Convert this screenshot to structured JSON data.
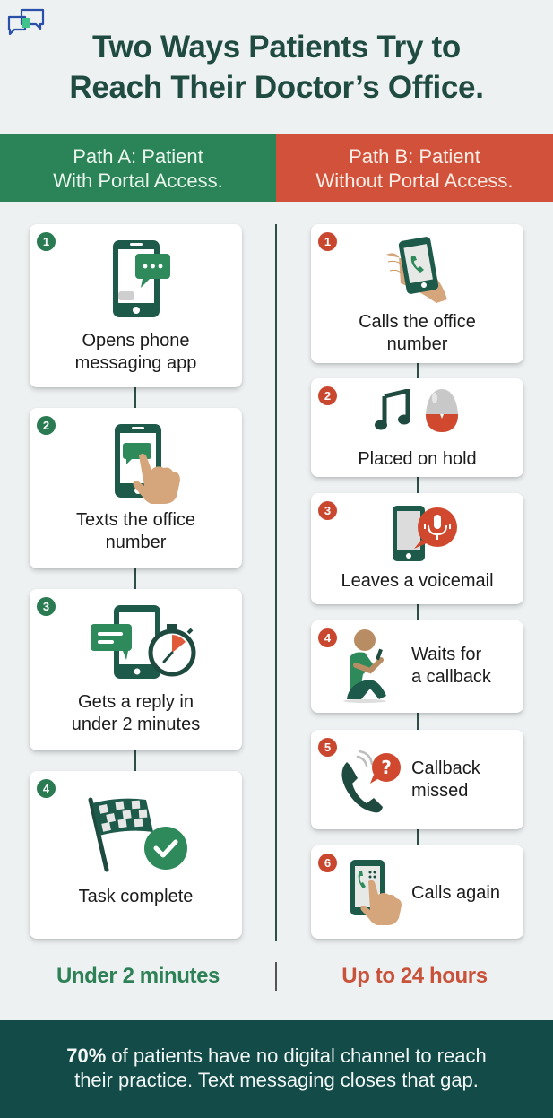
{
  "header": {
    "logo_icon": "chat-bubbles-icon",
    "title_line1": "Two Ways Patients Try to",
    "title_line2": "Reach Their Doctor’s Office."
  },
  "paths": {
    "a": {
      "title_line1": "Path A: Patient",
      "title_line2": "With Portal Access.",
      "color": "#2a8457",
      "steps": [
        {
          "number": "1",
          "icon": "phone-messaging-icon",
          "line1": "Opens phone",
          "line2": "messaging app"
        },
        {
          "number": "2",
          "icon": "phone-tap-message-icon",
          "line1": "Texts the office",
          "line2": "number"
        },
        {
          "number": "3",
          "icon": "message-stopwatch-icon",
          "line1": "Gets a reply in",
          "line2": "under 2 minutes"
        },
        {
          "number": "4",
          "icon": "checkered-flag-check-icon",
          "line1": "Task complete",
          "line2": ""
        }
      ],
      "total": "Under 2 minutes"
    },
    "b": {
      "title_line1": "Path B: Patient",
      "title_line2": "Without Portal Access.",
      "color": "#d2513a",
      "steps": [
        {
          "number": "1",
          "icon": "hand-holding-phone-call-icon",
          "line1": "Calls the office",
          "line2": "number"
        },
        {
          "number": "2",
          "icon": "music-note-egg-timer-icon",
          "line1": "Placed on hold",
          "line2": ""
        },
        {
          "number": "3",
          "icon": "phone-voicemail-mic-icon",
          "line1": "Leaves a voicemail",
          "line2": ""
        },
        {
          "number": "4",
          "icon": "person-waiting-phone-icon",
          "line1": "Waits for",
          "line2": "a callback"
        },
        {
          "number": "5",
          "icon": "phone-missed-question-icon",
          "line1": "Callback",
          "line2": "missed"
        },
        {
          "number": "6",
          "icon": "phone-dial-tap-icon",
          "line1": "Calls again",
          "line2": ""
        }
      ],
      "total": "Up to 24 hours"
    }
  },
  "footer": {
    "stat": "70%",
    "line1_rest": " of patients have no digital channel to reach",
    "line2": "their practice. Text messaging closes that gap."
  },
  "colors": {
    "title": "#1f4b40",
    "green": "#2a8457",
    "red": "#d2513a",
    "footer_bg": "#124b47",
    "background": "#edf1f2"
  }
}
